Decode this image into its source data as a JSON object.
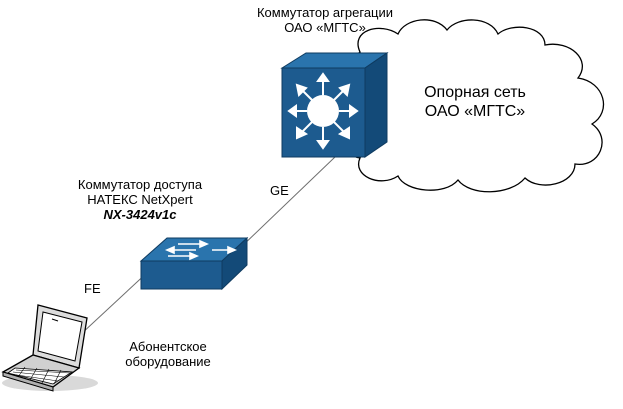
{
  "aggregation_switch": {
    "line1": "Коммутатор агрегации",
    "line2": "ОАО «МГТС»"
  },
  "core_network": {
    "line1": "Опорная сеть",
    "line2": "ОАО «МГТС»"
  },
  "access_switch": {
    "line1": "Коммутатор доступа",
    "line2": "НАТЕКС NetXpert",
    "model": "NX-3424v1c"
  },
  "links": {
    "uplink": "GE",
    "downlink": "FE"
  },
  "subscriber_equipment": {
    "line1": "Абонентское",
    "line2": "оборудование"
  },
  "colors": {
    "device_blue": "#1d5b8f",
    "device_top": "#2a74ad",
    "device_side": "#134a78",
    "cloud_stroke": "#000000",
    "line": "#6e6e6e"
  }
}
